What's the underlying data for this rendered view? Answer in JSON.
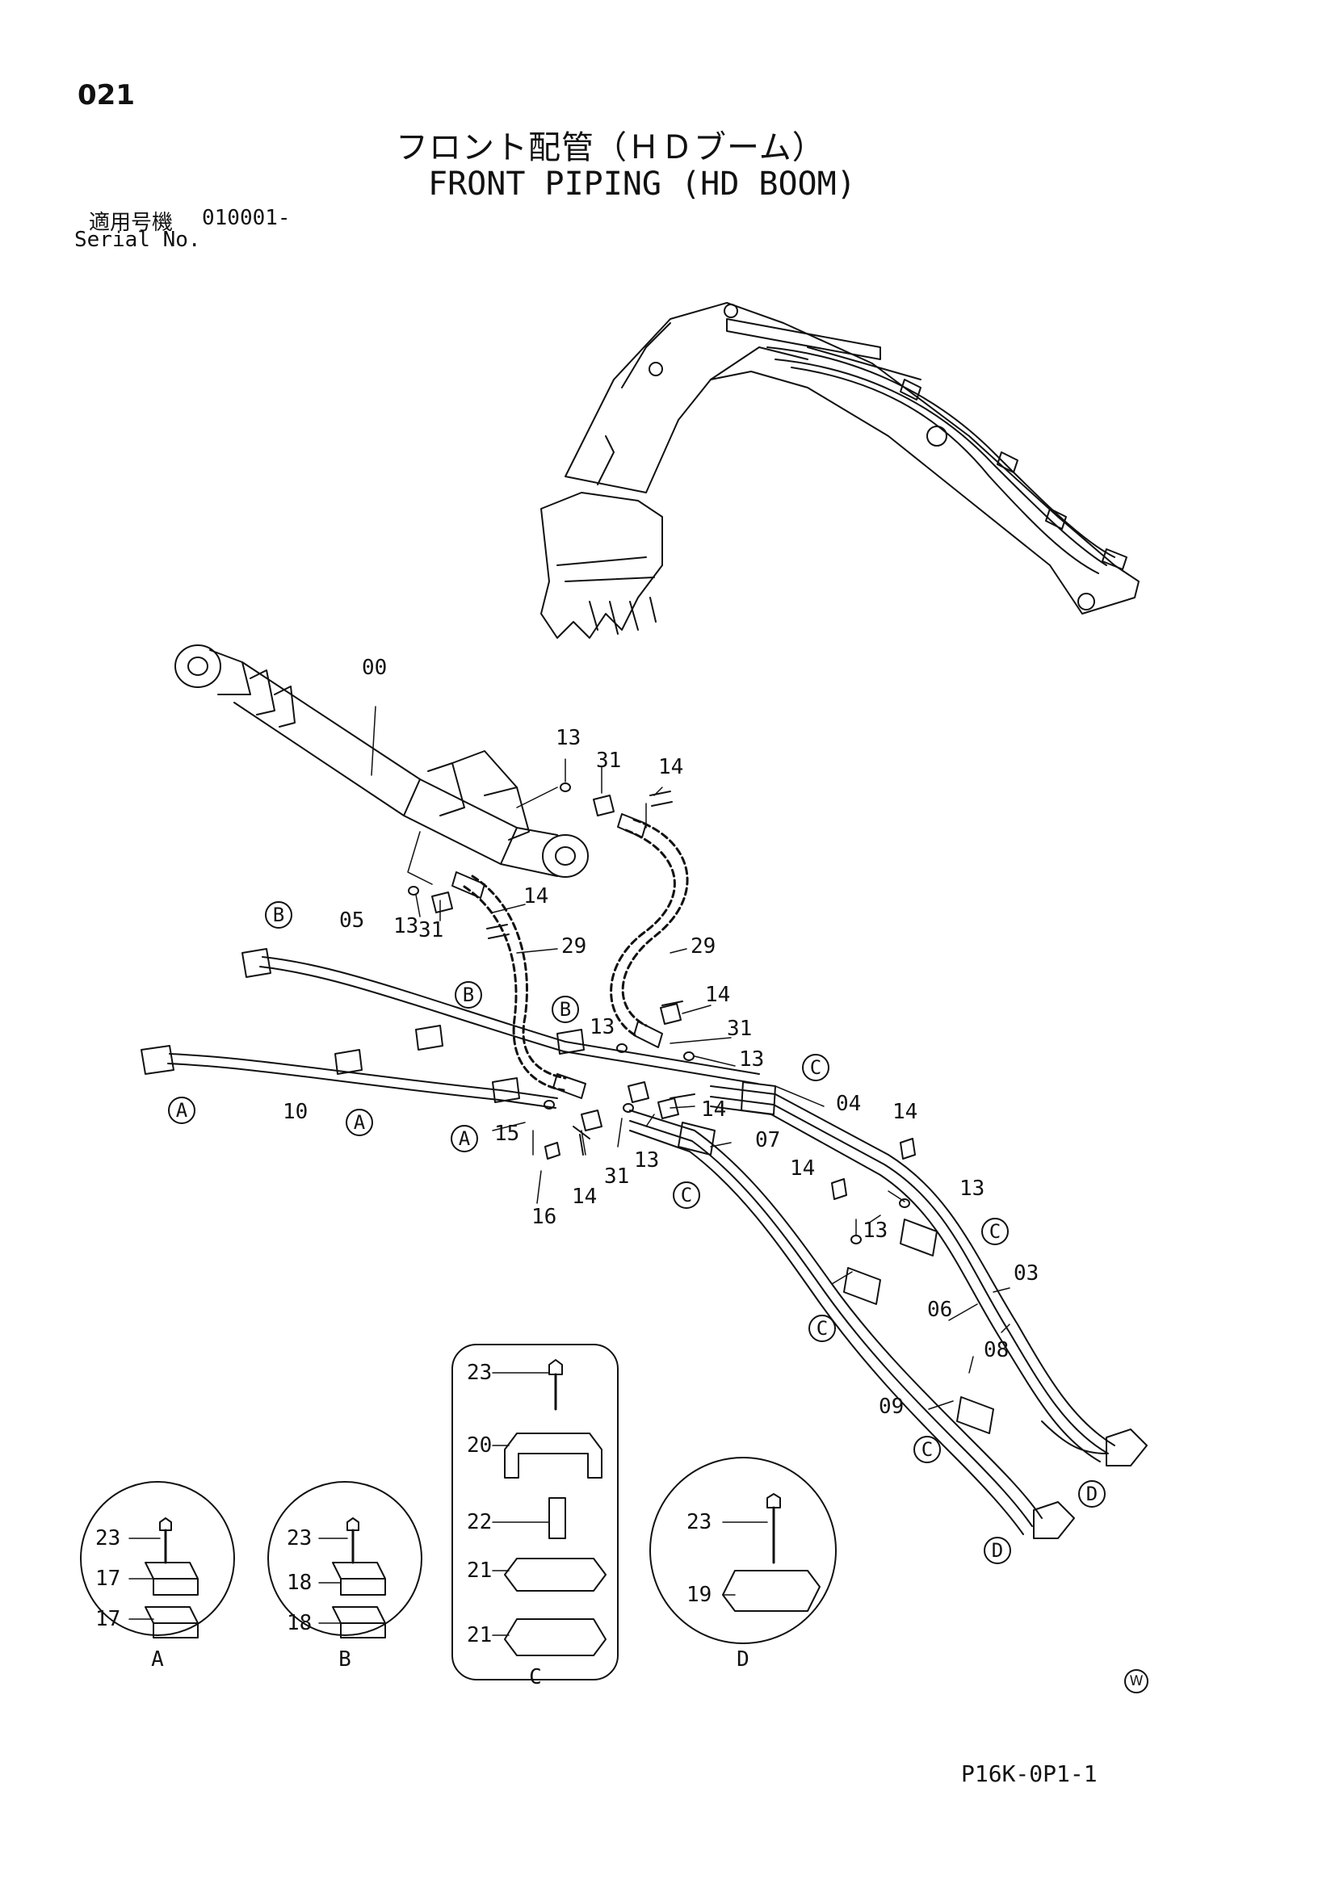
{
  "page_number": "021",
  "title_ja": "フロント配管（ＨＤブーム）",
  "title_en": "FRONT PIPING (HD BOOM)",
  "serial_label_ja": "適用号機",
  "serial_value": "010001-",
  "serial_label_en": "Serial No.",
  "drawing_code": "P16K-0P1-1",
  "corner_mark": "W",
  "part_labels": [
    {
      "id": "p00",
      "text": "00"
    },
    {
      "id": "p13a",
      "text": "13"
    },
    {
      "id": "p31a",
      "text": "31"
    },
    {
      "id": "p14a",
      "text": "14"
    },
    {
      "id": "p14b",
      "text": "14"
    },
    {
      "id": "p13b",
      "text": "13"
    },
    {
      "id": "p31b",
      "text": "31"
    },
    {
      "id": "p29a",
      "text": "29"
    },
    {
      "id": "p29b",
      "text": "29"
    },
    {
      "id": "p05",
      "text": "05"
    },
    {
      "id": "p14c",
      "text": "14"
    },
    {
      "id": "p13c",
      "text": "13"
    },
    {
      "id": "p31c",
      "text": "31"
    },
    {
      "id": "p13d",
      "text": "13"
    },
    {
      "id": "p04",
      "text": "04"
    },
    {
      "id": "p14d",
      "text": "14"
    },
    {
      "id": "p10",
      "text": "10"
    },
    {
      "id": "p15",
      "text": "15"
    },
    {
      "id": "p14e",
      "text": "14"
    },
    {
      "id": "p07",
      "text": "07"
    },
    {
      "id": "p14f",
      "text": "14"
    },
    {
      "id": "p13e",
      "text": "13"
    },
    {
      "id": "p31d",
      "text": "31"
    },
    {
      "id": "p13f",
      "text": "13"
    },
    {
      "id": "p16",
      "text": "16"
    },
    {
      "id": "p14g",
      "text": "14"
    },
    {
      "id": "p13g",
      "text": "13"
    },
    {
      "id": "p13h",
      "text": "13"
    },
    {
      "id": "p03",
      "text": "03"
    },
    {
      "id": "p06",
      "text": "06"
    },
    {
      "id": "p08",
      "text": "08"
    },
    {
      "id": "p09",
      "text": "09"
    }
  ],
  "reference_markers": [
    {
      "id": "rB1",
      "text": "B"
    },
    {
      "id": "rB2",
      "text": "B"
    },
    {
      "id": "rB3",
      "text": "B"
    },
    {
      "id": "rA1",
      "text": "A"
    },
    {
      "id": "rA2",
      "text": "A"
    },
    {
      "id": "rA3",
      "text": "A"
    },
    {
      "id": "rC1",
      "text": "C"
    },
    {
      "id": "rC2",
      "text": "C"
    },
    {
      "id": "rC3",
      "text": "C"
    },
    {
      "id": "rC4",
      "text": "C"
    },
    {
      "id": "rC5",
      "text": "C"
    },
    {
      "id": "rD1",
      "text": "D"
    },
    {
      "id": "rD2",
      "text": "D"
    }
  ],
  "details": [
    {
      "id": "A",
      "caption": "A",
      "labels": [
        "23",
        "17",
        "17"
      ]
    },
    {
      "id": "B",
      "caption": "B",
      "labels": [
        "23",
        "18",
        "18"
      ]
    },
    {
      "id": "C",
      "caption": "C",
      "labels": [
        "23",
        "20",
        "22",
        "21",
        "21"
      ]
    },
    {
      "id": "D",
      "caption": "D",
      "labels": [
        "23",
        "19"
      ]
    }
  ]
}
